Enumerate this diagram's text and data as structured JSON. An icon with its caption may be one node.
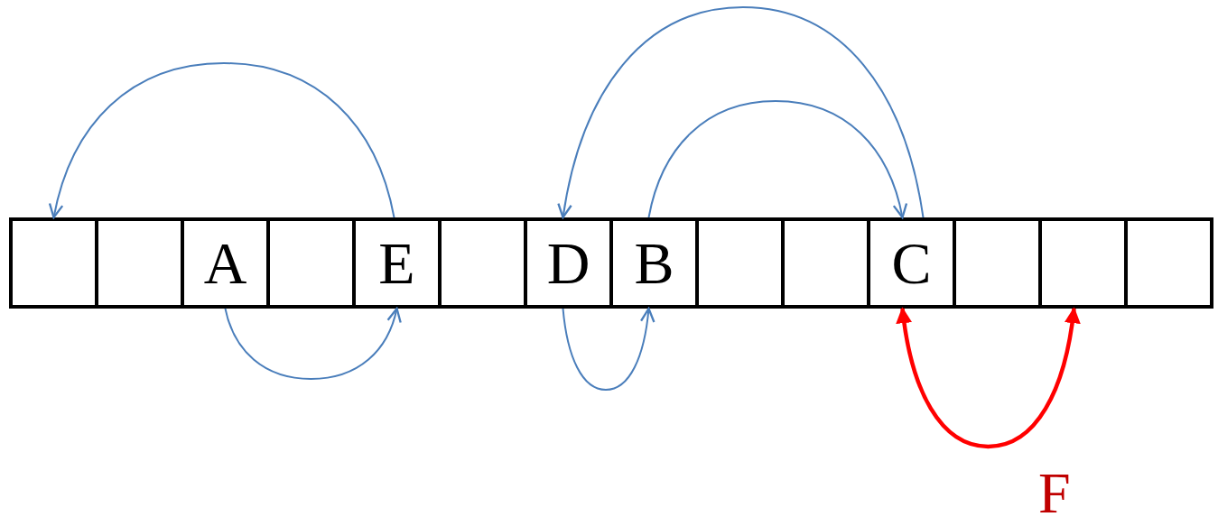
{
  "diagram": {
    "nodes": [
      {
        "text": [],
        "shape": "box"
      },
      {
        "text": [],
        "shape": "box"
      },
      {
        "text": [
          "A"
        ]
      },
      {
        "text": [],
        "shape": "box"
      },
      {
        "text": [
          "E"
        ]
      },
      {
        "text": [],
        "shape": "box"
      },
      {
        "text": [
          "D"
        ]
      },
      {
        "text": [
          "B"
        ]
      },
      {
        "text": [],
        "shape": "box"
      },
      {
        "text": [],
        "shape": "box"
      },
      {
        "text": [
          "C"
        ]
      },
      {
        "text": [],
        "shape": "box"
      },
      {
        "text": [],
        "shape": "box"
      },
      {
        "text": [],
        "shape": "box"
      }
    ],
    "edges": [
      {
        "from": 4,
        "to": 0,
        "arrow": "to"
      },
      {
        "from": 2,
        "to": 4,
        "arrow": "to"
      },
      {
        "from": 6,
        "to": 7,
        "arrow": "to"
      },
      {
        "from": 7,
        "to": 10,
        "arrow": "to"
      },
      {
        "from": 10,
        "to": 6,
        "arrow": "to"
      },
      {
        "from": 10,
        "to": 12,
        "arrow": "both",
        "label": "F",
        "style": "thick",
        "color": "#ff0000"
      }
    ]
  }
}
